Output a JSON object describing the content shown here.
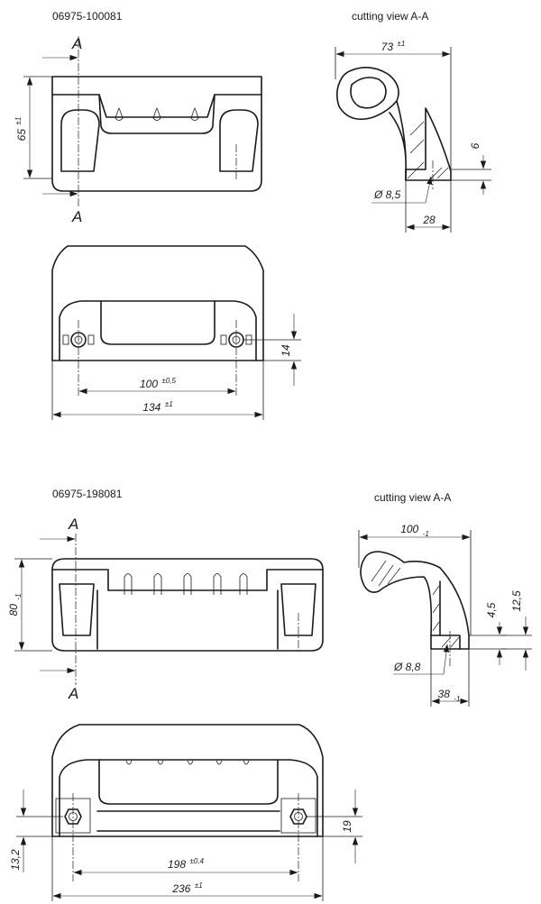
{
  "part1": {
    "article_no": "06975-100081",
    "section_title": "cutting view A-A",
    "section_marker": "A",
    "dims": {
      "height": "65",
      "height_tol": "±1",
      "depth": "73",
      "depth_tol": "±1",
      "wall": "6",
      "bore": "Ø 8,5",
      "foot": "28",
      "hole_offset": "14",
      "hole_spacing": "100",
      "hole_spacing_tol": "±0,5",
      "length": "134",
      "length_tol": "±1"
    }
  },
  "part2": {
    "article_no": "06975-198081",
    "section_title": "cutting view A-A",
    "section_marker": "A",
    "dims": {
      "height": "80",
      "height_tol": "-1",
      "depth": "100",
      "depth_tol": "-1",
      "wall": "4,5",
      "step": "12,5",
      "bore": "Ø 8,8",
      "foot": "38",
      "foot_tol": "-1",
      "hole_offset": "19",
      "edge_offset": "13,2",
      "hole_spacing": "198",
      "hole_spacing_tol": "±0,4",
      "length": "236",
      "length_tol": "±1"
    }
  }
}
